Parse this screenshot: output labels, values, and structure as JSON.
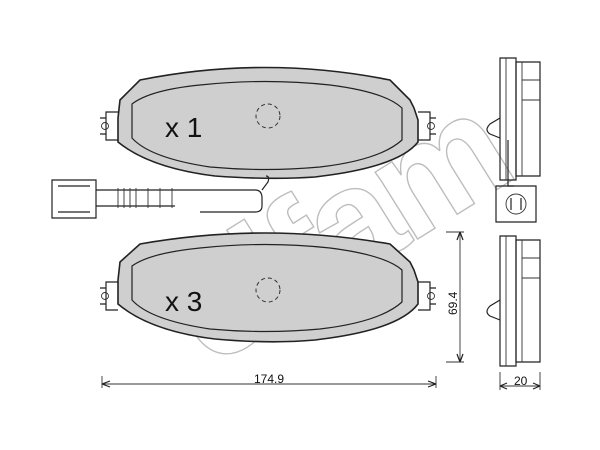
{
  "labels": {
    "top_quantity": "x 1",
    "bottom_quantity": "x 3"
  },
  "dimensions": {
    "width": "174.9",
    "height": "69.4",
    "thickness": "20"
  },
  "watermark": {
    "text": "cifam"
  },
  "colors": {
    "pad_fill": "#cfcfcf",
    "stroke": "#222222",
    "watermark": "#bdbdbd"
  }
}
